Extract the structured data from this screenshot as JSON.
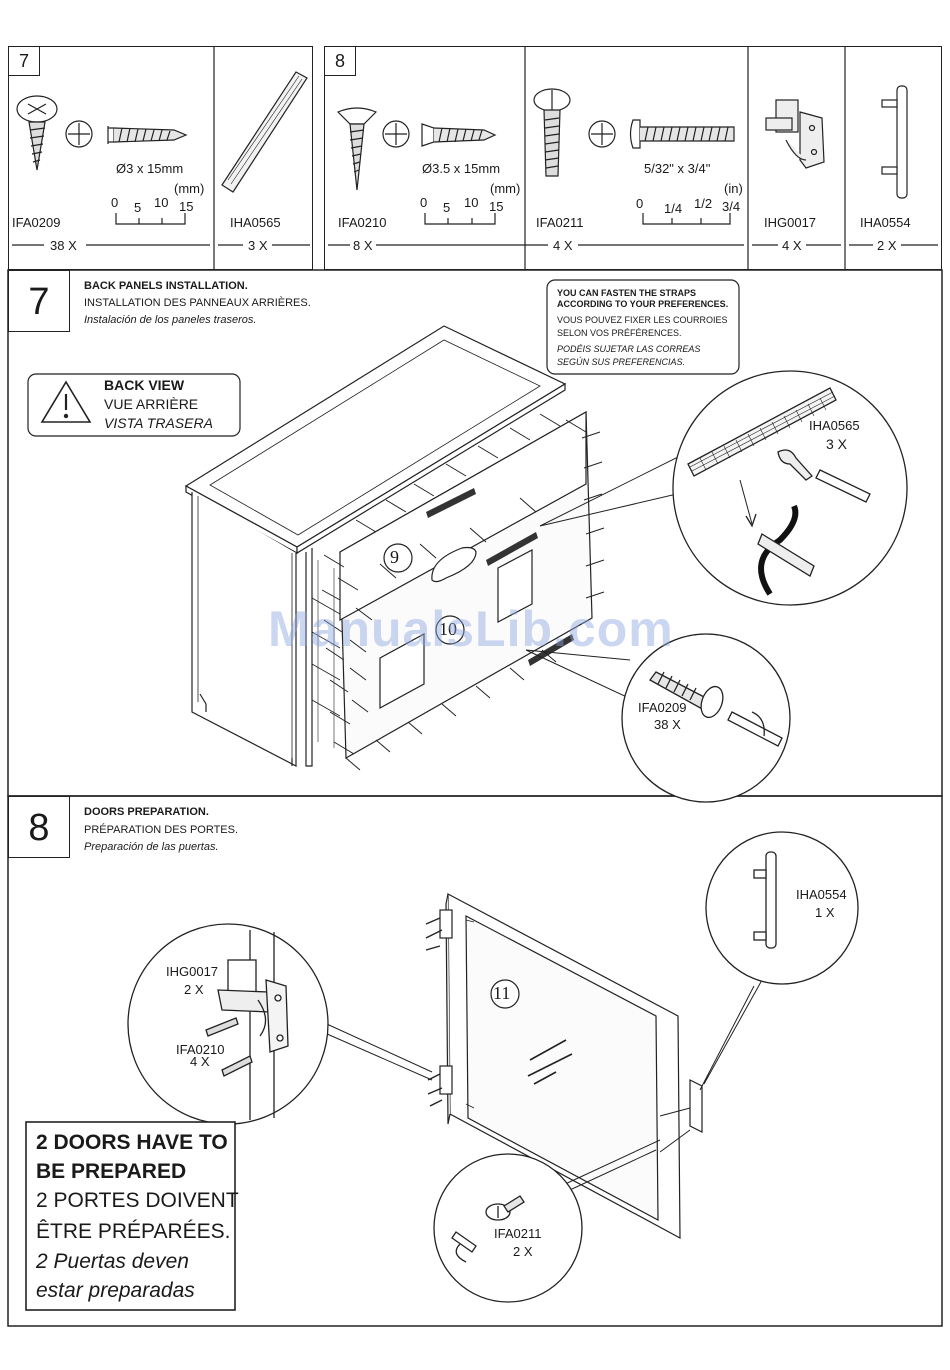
{
  "parts": {
    "panel7": {
      "step": "7",
      "screw1": {
        "code": "IFA0209",
        "size": "Ø3 x 15mm",
        "qty": "38 X"
      },
      "ruler": {
        "unit": "(mm)",
        "ticks": [
          "0",
          "5",
          "10",
          "15"
        ]
      },
      "strap": {
        "code": "IHA0565",
        "qty": "3 X"
      }
    },
    "panel8": {
      "step": "8",
      "screw2": {
        "code": "IFA0210",
        "size": "Ø3.5 x 15mm",
        "qty": "8 X"
      },
      "ruler2": {
        "unit": "(mm)",
        "ticks": [
          "0",
          "5",
          "10",
          "15"
        ]
      },
      "screw3": {
        "code": "IFA0211",
        "size": "5/32\" x 3/4\"",
        "qty": "4 X"
      },
      "ruler3": {
        "unit": "(in)",
        "ticks": [
          "0",
          "1/4",
          "1/2",
          "3/4"
        ]
      },
      "hinge": {
        "code": "IHG0017",
        "qty": "4 X"
      },
      "handle": {
        "code": "IHA0554",
        "qty": "2 X"
      }
    }
  },
  "step7": {
    "number": "7",
    "title_en": "BACK PANELS INSTALLATION.",
    "title_fr": "INSTALLATION DES PANNEAUX ARRIÈRES.",
    "title_es": "Instalación de los paneles traseros.",
    "warning": {
      "en": "BACK VIEW",
      "fr": "VUE ARRIÈRE",
      "es": "VISTA TRASERA"
    },
    "note": {
      "en1": "YOU CAN FASTEN THE STRAPS",
      "en2": "ACCORDING TO YOUR PREFERENCES.",
      "fr1": "VOUS POUVEZ FIXER LES COURROIES",
      "fr2": "SELON VOS PRÉFÉRENCES.",
      "es1": "PODÉIS SUJETAR LAS CORREAS",
      "es2": "SEGÚN SUS PREFERENCIAS."
    },
    "panel_labels": [
      "9",
      "10"
    ],
    "detail_strap": {
      "code": "IHA0565",
      "qty": "3 X"
    },
    "detail_screw": {
      "code": "IFA0209",
      "qty": "38 X"
    }
  },
  "step8": {
    "number": "8",
    "title_en": "DOORS PREPARATION.",
    "title_fr": "PRÉPARATION DES PORTES.",
    "title_es": "Preparación de las puertas.",
    "door_label": "11",
    "detail_hinge": {
      "code": "IHG0017",
      "qty": "2 X",
      "screw_code": "IFA0210",
      "screw_qty": "4 X"
    },
    "detail_handle": {
      "code": "IHA0554",
      "qty": "1 X"
    },
    "detail_screw": {
      "code": "IFA0211",
      "qty": "2 X"
    },
    "note": {
      "en1": "2 DOORS HAVE TO",
      "en2": "BE PREPARED",
      "fr1": "2 PORTES DOIVENT",
      "fr2": "ÊTRE PRÉPARÉES.",
      "es1": "2 Puertas deven",
      "es2": "estar preparadas"
    }
  },
  "watermark": "ManualsLib.com"
}
